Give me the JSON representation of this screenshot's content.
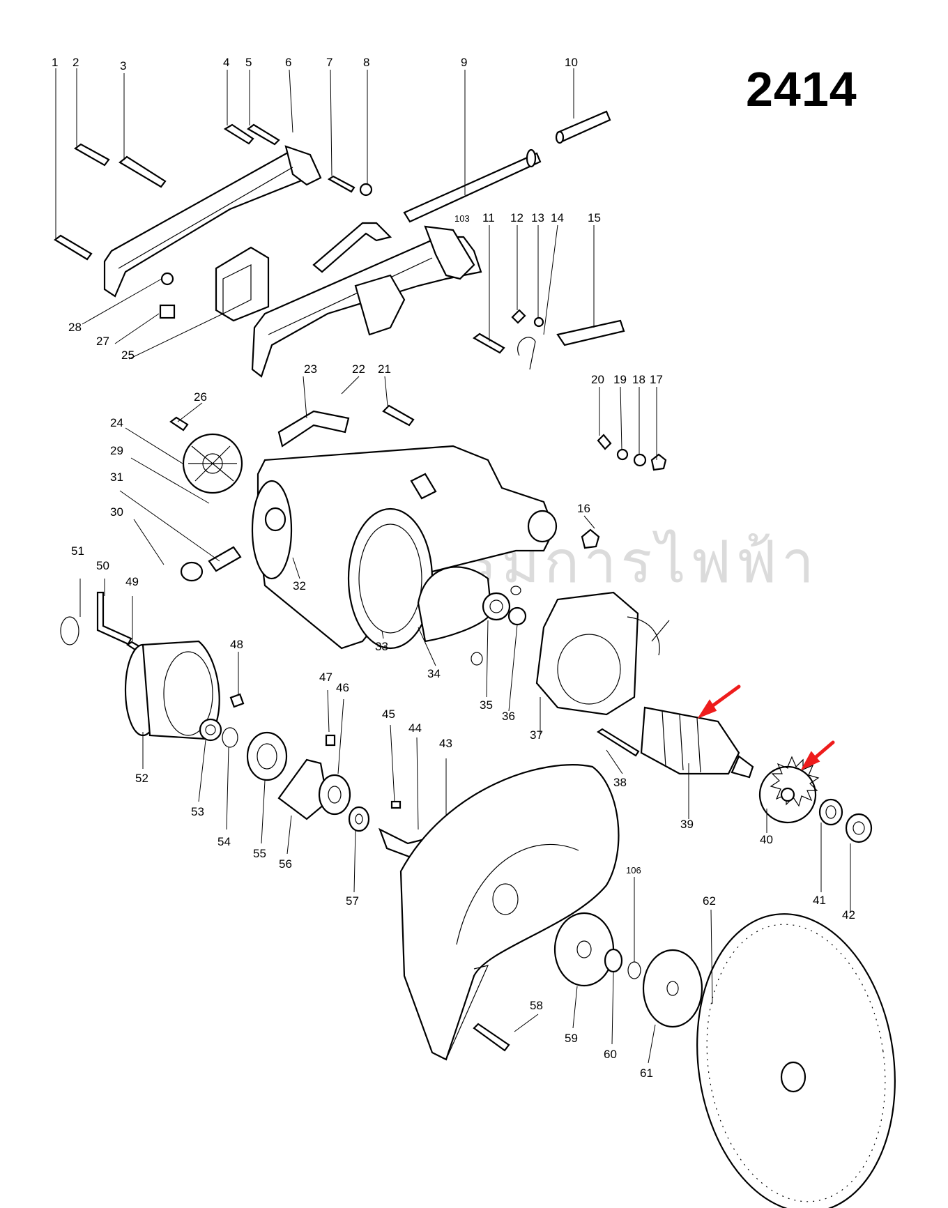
{
  "model": "2414",
  "watermark": "ทรงธรรมการไฟฟ้า",
  "callouts": [
    "1",
    "2",
    "3",
    "4",
    "5",
    "6",
    "7",
    "8",
    "9",
    "10",
    "11",
    "12",
    "13",
    "14",
    "15",
    "16",
    "17",
    "18",
    "19",
    "20",
    "21",
    "22",
    "23",
    "24",
    "25",
    "26",
    "27",
    "28",
    "29",
    "30",
    "31",
    "32",
    "33",
    "34",
    "35",
    "36",
    "37",
    "38",
    "39",
    "40",
    "41",
    "42",
    "43",
    "44",
    "45",
    "46",
    "47",
    "48",
    "49",
    "50",
    "51",
    "52",
    "53",
    "54",
    "55",
    "56",
    "57",
    "58",
    "59",
    "60",
    "61",
    "62"
  ],
  "special_callouts": [
    "103",
    "106"
  ],
  "highlight_arrows": {
    "color": "#ee1c1c",
    "targets": [
      "39",
      "40"
    ]
  }
}
